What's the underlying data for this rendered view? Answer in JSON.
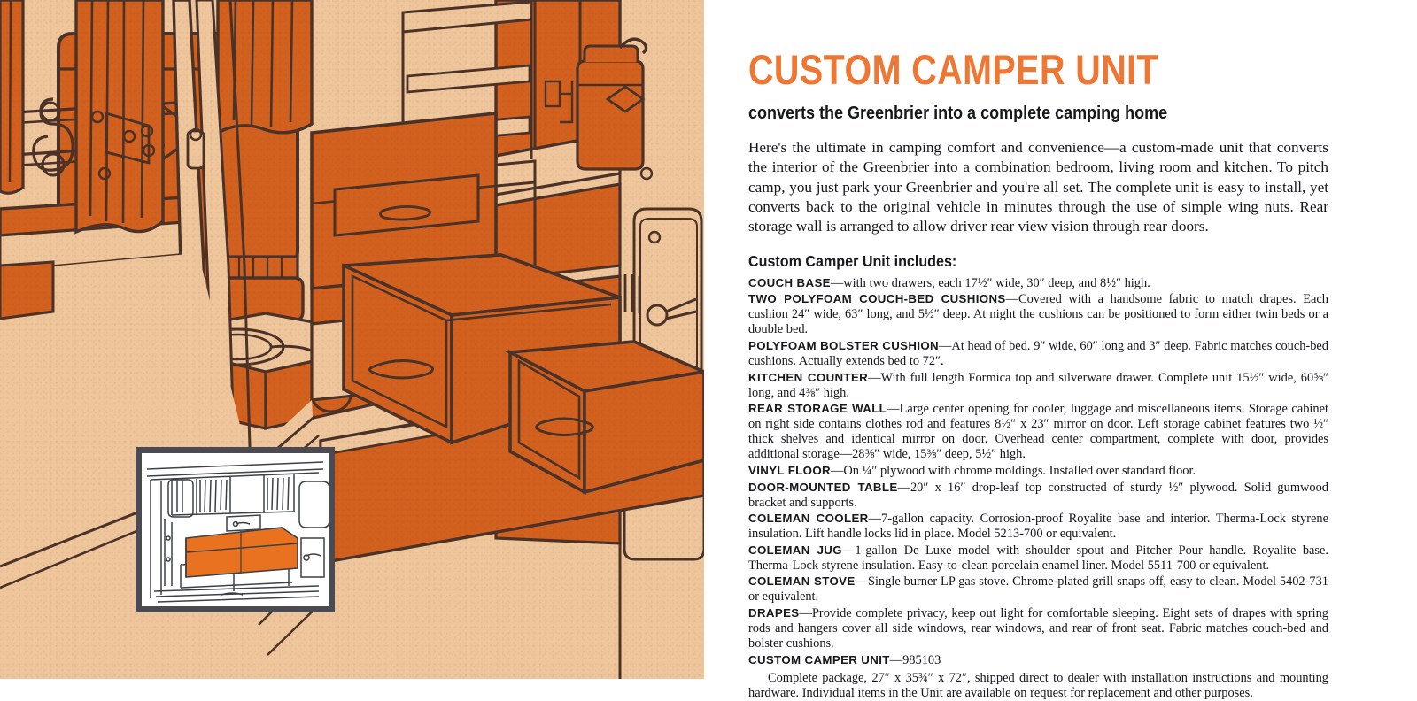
{
  "headline": "CUSTOM  CAMPER UNIT",
  "subhead": "converts the Greenbrier into a complete camping home",
  "intro": "Here's the ultimate in camping comfort and convenience—a custom-made unit that converts the interior of the Greenbrier into a combination bedroom, living room and kitchen. To pitch camp, you just park your Greenbrier and you're all set. The complete unit is easy to install, yet converts back to the original vehicle in minutes through the use of simple wing nuts. Rear storage wall is arranged to allow driver rear view vision through rear doors.",
  "includes_heading": "Custom Camper Unit includes:",
  "specs": [
    {
      "label": "COUCH BASE",
      "text": "—with two drawers, each 17½″ wide, 30″ deep, and 8½″ high."
    },
    {
      "label": "TWO  POLYFOAM  COUCH-BED  CUSHIONS",
      "text": "—Covered with a handsome fabric to match drapes. Each cushion 24″ wide, 63″ long, and 5½″ deep. At night the cushions can be positioned to form either twin beds or a double bed."
    },
    {
      "label": "POLYFOAM BOLSTER CUSHION",
      "text": "—At head of bed. 9″ wide, 60″ long and 3″ deep. Fabric matches couch-bed cushions. Actually extends bed to 72″."
    },
    {
      "label": "KITCHEN COUNTER",
      "text": "—With full length Formica top and silverware drawer. Complete unit 15½″ wide, 60⅝″ long, and 4⅜″ high."
    },
    {
      "label": "REAR  STORAGE WALL",
      "text": "—Large center opening for cooler, luggage and miscellaneous items. Storage cabinet on right side contains clothes rod and features 8½″ x 23″ mirror on door. Left storage cabinet features two ½″ thick shelves and identical mirror on door. Overhead center compartment, complete with door, provides additional storage—28⅝″ wide, 15⅜″ deep, 5½″ high."
    },
    {
      "label": "VINYL FLOOR",
      "text": "—On ¼″ plywood with chrome moldings. Installed over standard floor."
    },
    {
      "label": "DOOR-MOUNTED TABLE",
      "text": "—20″ x 16″ drop-leaf top constructed of sturdy ½″ plywood. Solid gumwood bracket and supports."
    },
    {
      "label": "COLEMAN  COOLER",
      "text": "—7-gallon capacity. Corrosion-proof Royalite base and interior. Therma-Lock styrene insulation. Lift handle locks lid in place. Model 5213-700 or equivalent."
    },
    {
      "label": "COLEMAN JUG",
      "text": "—1-gallon De Luxe model with shoulder spout and Pitcher Pour handle. Royalite base. Therma-Lock styrene insulation. Easy-to-clean porcelain enamel liner. Model 5511-700 or equivalent."
    },
    {
      "label": "COLEMAN STOVE",
      "text": "—Single burner LP gas stove. Chrome-plated grill snaps off, easy to clean. Model 5402-731 or equivalent."
    },
    {
      "label": "DRAPES",
      "text": "—Provide complete privacy, keep out light for comfortable sleeping. Eight sets of drapes with spring rods and hangers cover all side windows, rear windows, and rear of front seat. Fabric matches couch-bed and bolster cushions."
    },
    {
      "label": "CUSTOM CAMPER UNIT",
      "text": "—985103"
    }
  ],
  "closing": "Complete package, 27″ x 35¾″ x 72″, shipped direct to dealer with installation instructions and mounting hardware. Individual items in the Unit are available on request for replacement and other purposes.",
  "colors": {
    "headline_orange": "#ee7733",
    "illustration_orange": "#d2601e",
    "illustration_peach": "#efc69b",
    "linework_brown": "#4a3228",
    "inset_border": "#4a4a50",
    "body_text": "#14161a"
  },
  "illustration": {
    "caption_alt": "Cutaway interior view of Greenbrier camper unit showing couch base with two open drawers, kitchen counter, cooler, jug, camp stove, rear storage wall and orange drapes",
    "inset_alt": "Inset photo of the camper interior with cushions positioned as a bed"
  }
}
